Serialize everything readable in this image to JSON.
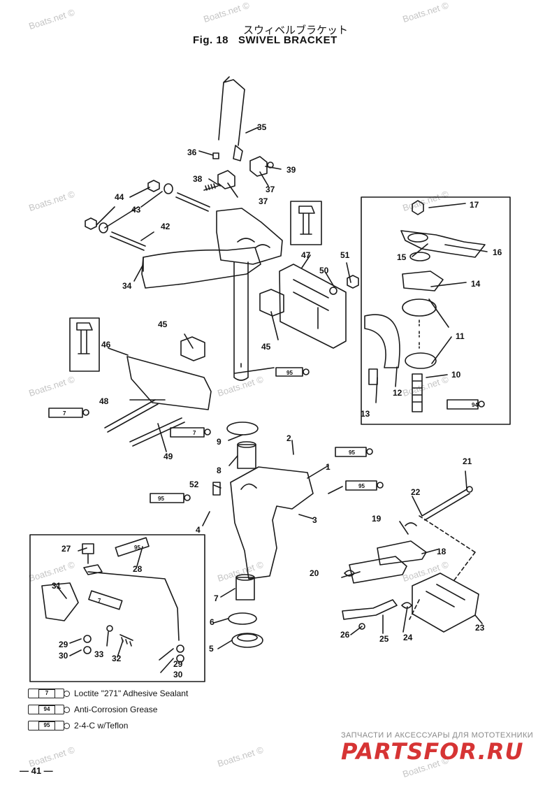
{
  "header": {
    "title_jp": "スウィベルブラケット",
    "fig_label": "Fig. 18",
    "title_en": "SWIVEL BRACKET"
  },
  "callouts": [
    "1",
    "2",
    "3",
    "4",
    "5",
    "6",
    "7",
    "8",
    "9",
    "10",
    "11",
    "12",
    "13",
    "14",
    "15",
    "16",
    "17",
    "19",
    "20",
    "21",
    "22",
    "23",
    "24",
    "25",
    "26",
    "27",
    "28",
    "29",
    "30",
    "31",
    "32",
    "33",
    "34",
    "35",
    "36",
    "37",
    "38",
    "39",
    "42",
    "43",
    "44",
    "45",
    "46",
    "47",
    "48",
    "49",
    "50",
    "51",
    "52",
    "18"
  ],
  "tube_codes": [
    "7",
    "94",
    "95"
  ],
  "legend": [
    {
      "code": "7",
      "text": "Loctite \"271\" Adhesive Sealant"
    },
    {
      "code": "94",
      "text": "Anti-Corrosion Grease"
    },
    {
      "code": "95",
      "text": "2-4-C w/Teflon"
    }
  ],
  "page_number": "— 41 —",
  "brand": {
    "tagline": "ЗАПЧАСТИ И АКСЕССУАРЫ ДЛЯ МОТОТЕХНИКИ",
    "logo": "PARTSFOR.RU"
  },
  "watermark": "Boats.net ©",
  "colors": {
    "line": "#1a1a1a",
    "brand_red": "#d63434",
    "watermark": "#c4c4c4"
  }
}
